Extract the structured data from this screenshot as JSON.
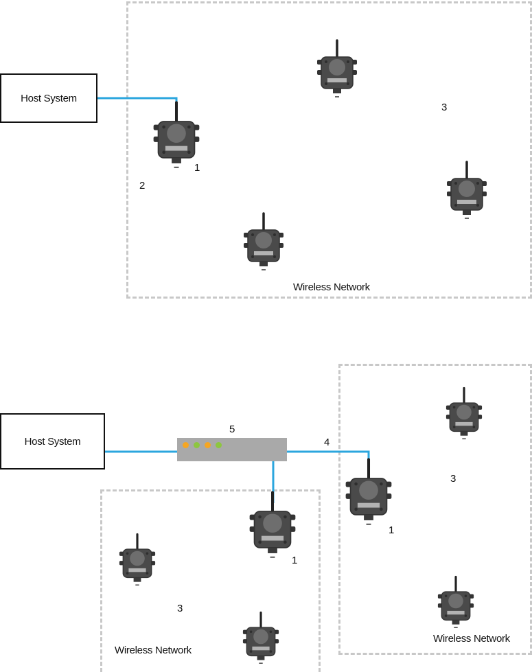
{
  "top_diagram": {
    "host_label": "Host System",
    "network_label": "Wireless Network",
    "callouts": {
      "gateway": "1",
      "zone": "2",
      "nodes": "3"
    }
  },
  "bottom_diagram": {
    "host_label": "Host System",
    "network_left_label": "Wireless Network",
    "network_right_label": "Wireless Network",
    "callouts": {
      "switch": "5",
      "link": "4",
      "gateway_left": "1",
      "gateway_right": "1",
      "nodes_left": "3",
      "nodes_right": "3"
    },
    "switch_leds": [
      "#f5a623",
      "#8dc63f",
      "#f5a623",
      "#8dc63f"
    ]
  },
  "colors": {
    "link": "#2ba6de",
    "zone_border": "#c8c8c8",
    "device_body": "#4a4a4a",
    "switch": "#a9a9a9"
  }
}
